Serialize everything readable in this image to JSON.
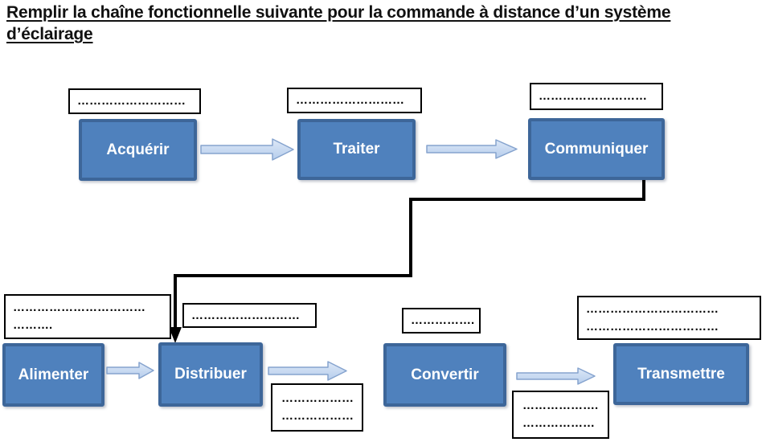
{
  "title": {
    "line1": "Remplir la chaîne fonctionnelle suivante pour la commande à distance d’un système",
    "line2": "d’éclairage"
  },
  "colors": {
    "box_fill": "#4F81BD",
    "box_border": "#3D6699",
    "arrow_border": "#85A3CE",
    "arrow_fill_top": "#DDE8F7",
    "arrow_fill_bottom": "#B6CDEC",
    "connector": "#000000"
  },
  "top_row": {
    "boxes": [
      {
        "label": "Acquérir",
        "placeholder": "………………………"
      },
      {
        "label": "Traiter",
        "placeholder": "………………………"
      },
      {
        "label": "Communiquer",
        "placeholder": "………………………"
      }
    ]
  },
  "bottom_row": {
    "boxes": [
      {
        "label": "Alimenter"
      },
      {
        "label": "Distribuer"
      },
      {
        "label": "Convertir"
      },
      {
        "label": "Transmettre"
      }
    ],
    "placeholders": {
      "alimenter_top": {
        "line1": "……………………………",
        "line2": "………."
      },
      "distribuer_top": {
        "line1": "………………………"
      },
      "convertir_top": {
        "line1": "……………."
      },
      "transmettre_top": {
        "line1": "……………………………",
        "line2": "……………………………"
      },
      "distribuer_below": {
        "line1": "………………",
        "line2": "………………"
      },
      "convertir_below": {
        "line1": "……………….",
        "line2": "………………"
      }
    }
  }
}
